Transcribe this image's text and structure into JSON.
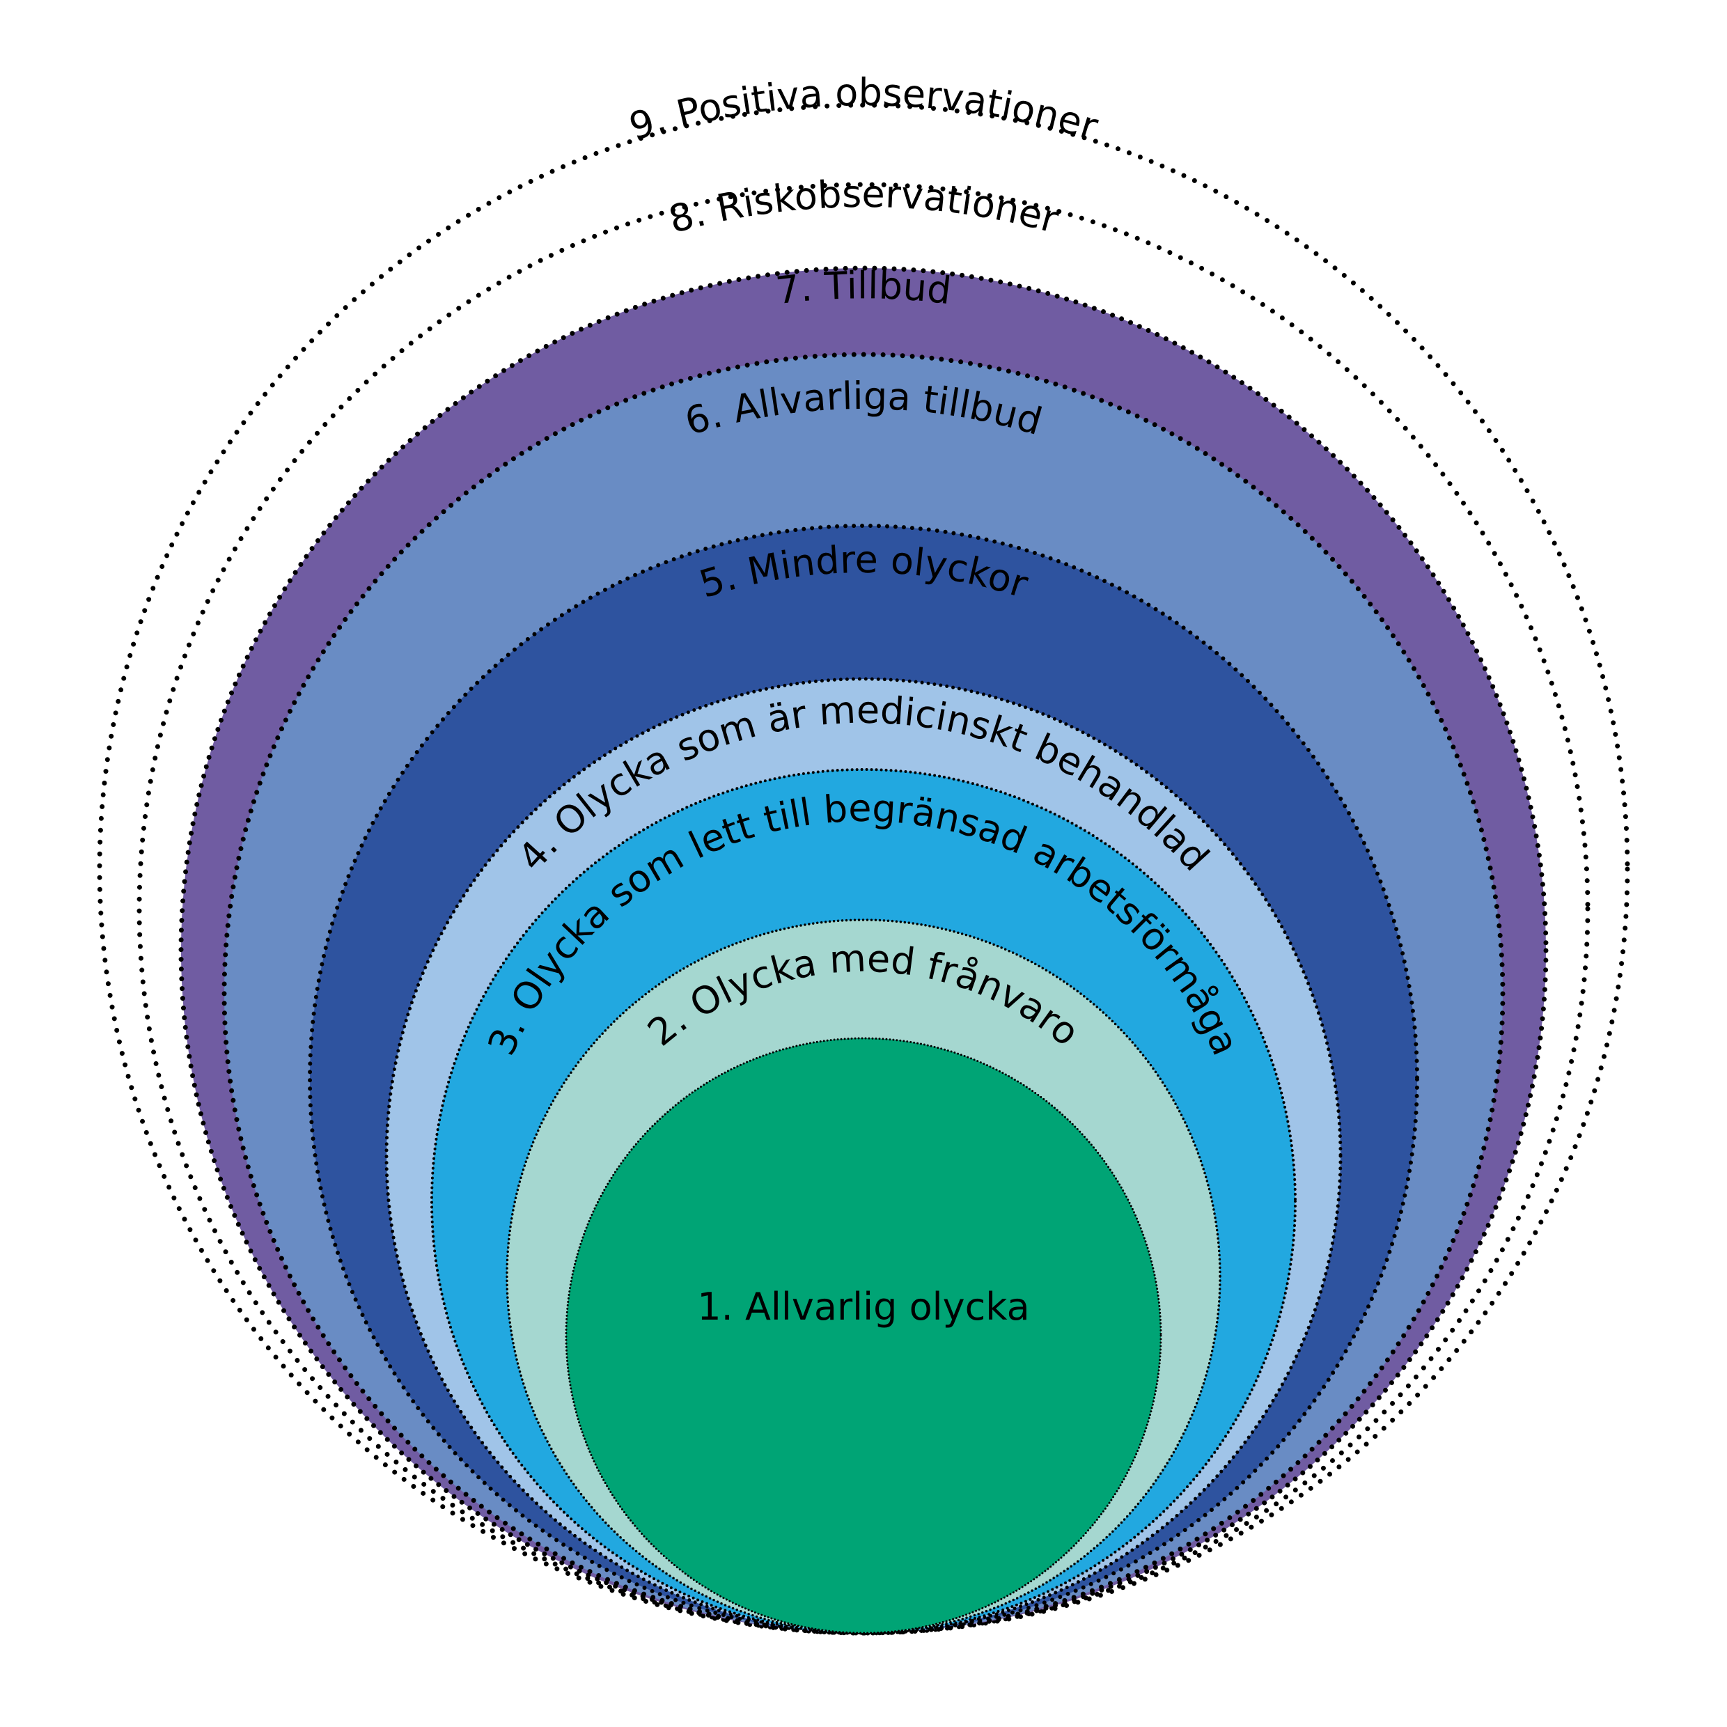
{
  "diagram": {
    "type": "nested-circles",
    "layers": [
      {
        "level": 9,
        "label": "9. Positiva observationer",
        "fill": "none",
        "stroke": "dotted-black"
      },
      {
        "level": 8,
        "label": "8. Riskobservationer",
        "fill": "none",
        "stroke": "dotted-black"
      },
      {
        "level": 7,
        "label": "7. Tillbud",
        "fill": "#705ca2",
        "stroke": "dotted-black"
      },
      {
        "level": 6,
        "label": "6. Allvarliga tillbud",
        "fill": "#698cc4",
        "stroke": "dotted-black"
      },
      {
        "level": 5,
        "label": "5. Mindre olyckor",
        "fill": "#2e539f",
        "stroke": "dotted-black"
      },
      {
        "level": 4,
        "label": "4. Olycka som är medicinskt behandlad",
        "fill": "#a0c4e8",
        "stroke": "dotted-black"
      },
      {
        "level": 3,
        "label": "3. Olycka som lett till begränsad arbetsförmåga",
        "fill": "#22a8e0",
        "stroke": "dotted-black"
      },
      {
        "level": 2,
        "label": "2. Olycka med frånvaro",
        "fill": "#a5d7d0",
        "stroke": "dotted-black"
      },
      {
        "level": 1,
        "label": "1. Allvarlig olycka",
        "fill": "#00a475",
        "stroke": "dotted-black"
      }
    ]
  }
}
